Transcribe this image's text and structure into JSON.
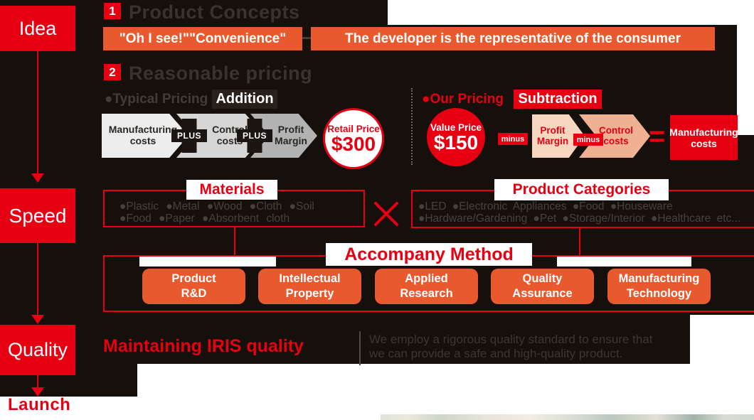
{
  "rail": {
    "steps": [
      {
        "label": "Idea"
      },
      {
        "label": "Speed"
      },
      {
        "label": "Quality"
      }
    ],
    "launch_label": "Launch"
  },
  "concepts": {
    "number": "1",
    "title": "Product Concepts",
    "tagline": "\"Oh I see!\"\"Convenience\"",
    "statement": "The developer is the representative of the consumer"
  },
  "pricing": {
    "number": "2",
    "title": "Reasonable pricing",
    "typical": {
      "label": "●Typical Pricing",
      "method": "Addition",
      "plus": "PLUS",
      "seg1": {
        "l1": "Manufacturing",
        "l2": "costs"
      },
      "seg2": {
        "l1": "Control",
        "l2": "costs"
      },
      "seg3": {
        "l1": "Profit",
        "l2": "Margin"
      },
      "result_label": "Retail Price",
      "result_value": "$300"
    },
    "ours": {
      "label": "●Our Pricing",
      "method": "Subtraction",
      "price_label": "Value Price",
      "price_value": "$150",
      "minus": "minus",
      "seg1": {
        "l1": "Profit",
        "l2": "Margin"
      },
      "seg2": {
        "l1": "Control",
        "l2": "costs"
      },
      "equals": "=",
      "result": {
        "l1": "Manufacturing",
        "l2": "costs"
      }
    }
  },
  "matrix": {
    "materials": {
      "title": "Materials",
      "line1": "●Plastic ●Metal ●Wood ●Cloth ●Soil",
      "line2": "●Food ●Paper ●Absorbent cloth"
    },
    "categories": {
      "title": "Product Categories",
      "line1": "●LED ●Electronic Appliances ●Food ●Houseware",
      "line2": "●Hardware/Gardening ●Pet ●Storage/Interior ●Healthcare etc..."
    }
  },
  "accompany": {
    "title": "Accompany Method",
    "buttons": [
      {
        "line1": "Product",
        "line2": "R&D"
      },
      {
        "line1": "Intellectual",
        "line2": "Property"
      },
      {
        "line1": "Applied",
        "line2": "Research"
      },
      {
        "line1": "Quality",
        "line2": "Assurance"
      },
      {
        "line1": "Manufacturing",
        "line2": "Technology"
      }
    ]
  },
  "quality_section": {
    "heading": "Maintaining IRIS quality",
    "line1": "We employ a rigorous quality standard to ensure that",
    "line2": "we can provide a safe and high-quality product."
  },
  "colors": {
    "brand_red": "#e60012",
    "accent_orange": "#e85a2e",
    "panel_black": "#16100d",
    "peach_light": "#f8d7c1",
    "peach_dark": "#f0b092",
    "gray_seg1": "#ededed",
    "gray_seg2": "#d6d6d6",
    "gray_seg3": "#b2b2b2"
  }
}
